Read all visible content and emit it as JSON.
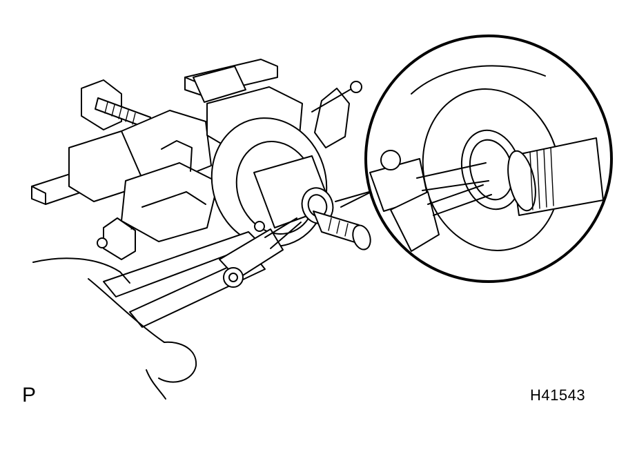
{
  "labels": {
    "corner_letter": "P",
    "figure_code": "H41543"
  },
  "colors": {
    "ink": "#000000",
    "paper": "#ffffff"
  },
  "icons": {
    "main_illustration": "differential-bearing-snap-ring-removal-drawing",
    "detail_view": "magnified-circle-detail",
    "tool": "snap-ring-pliers-icon"
  }
}
